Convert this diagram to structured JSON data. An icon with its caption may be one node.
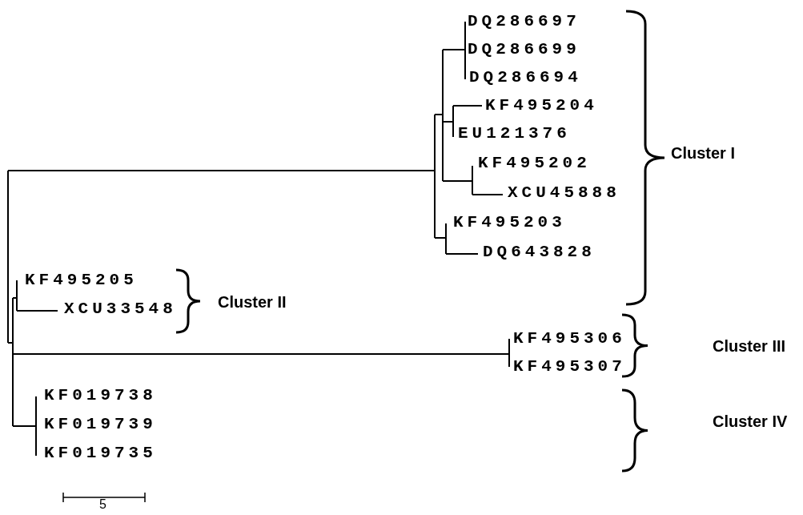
{
  "diagram": {
    "labels": [
      "DQ286697",
      "DQ286699",
      "DQ286694",
      "KF495204",
      "EU121376",
      "KF495202",
      "XCU45888",
      "KF495203",
      "DQ643828",
      "KF495205",
      "XCU33548",
      "KF495306",
      "KF495307",
      "KF019738",
      "KF019739",
      "KF019735",
      "Cluster I",
      "Cluster II",
      "Cluster III",
      "Cluster IV",
      "5"
    ]
  }
}
